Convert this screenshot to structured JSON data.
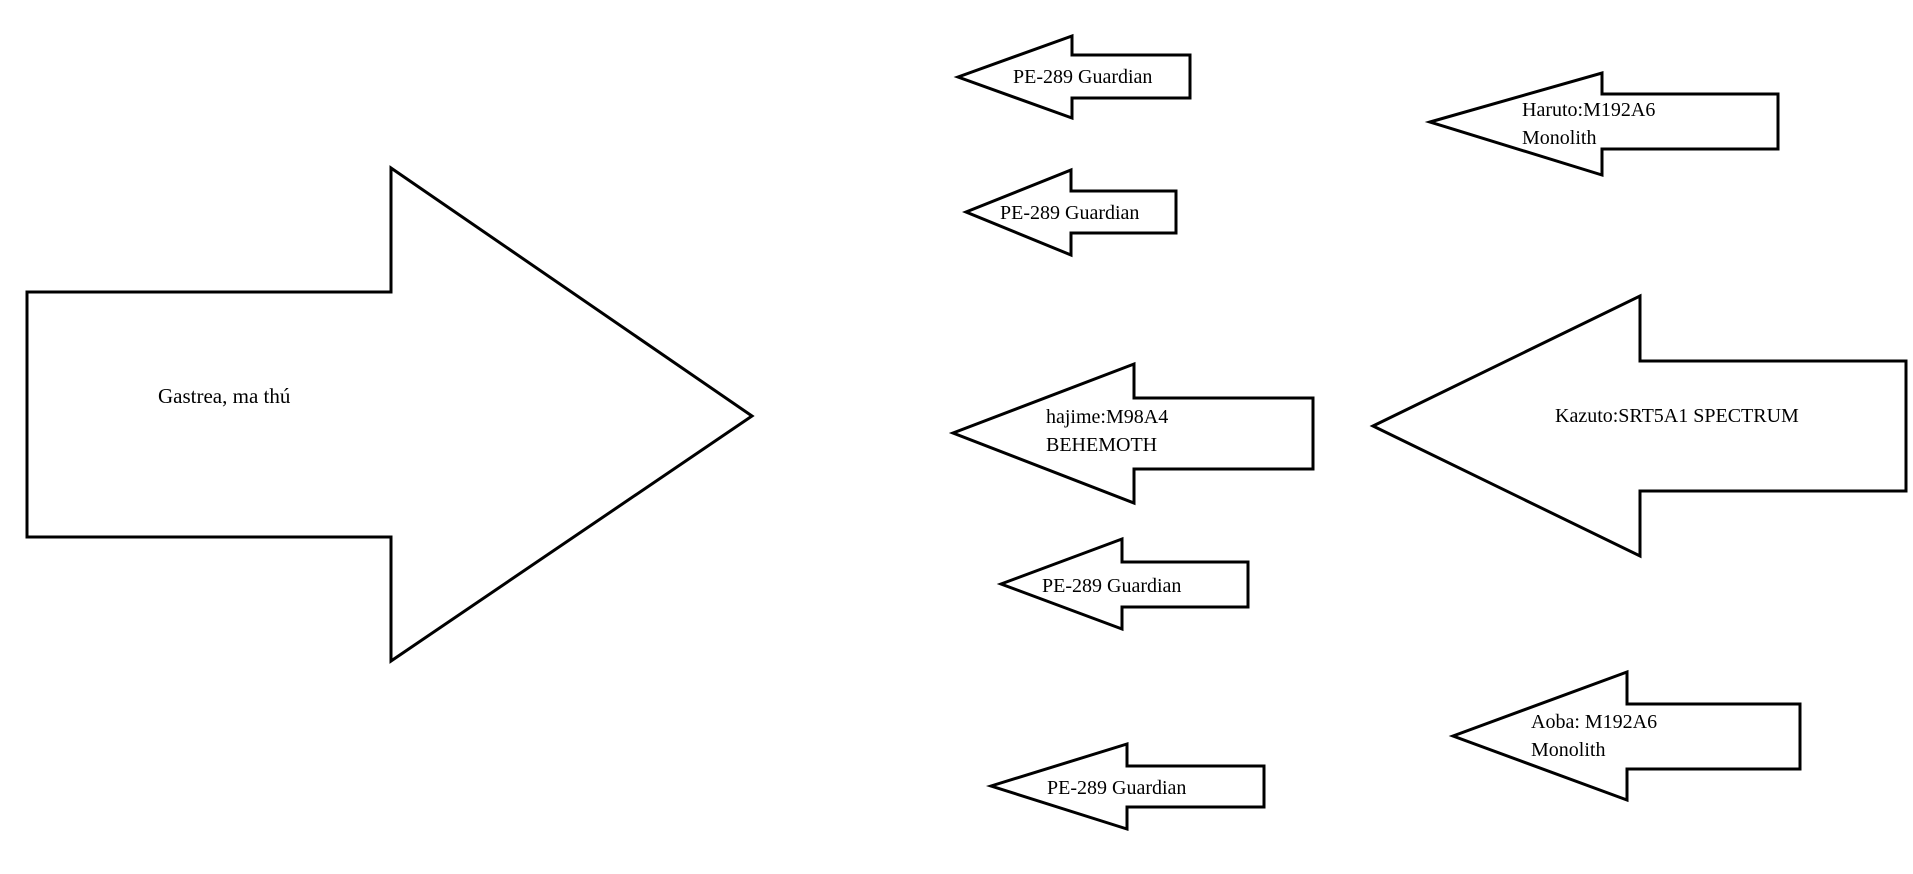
{
  "diagram": {
    "background": "#ffffff",
    "stroke_color": "#000000",
    "arrows": [
      {
        "id": "gastrea",
        "direction": "right",
        "lines": [
          "Gastrea, ma thú"
        ]
      },
      {
        "id": "guardian-1",
        "direction": "left",
        "lines": [
          "PE-289 Guardian"
        ]
      },
      {
        "id": "guardian-2",
        "direction": "left",
        "lines": [
          "PE-289 Guardian"
        ]
      },
      {
        "id": "haruto",
        "direction": "left",
        "lines": [
          "Haruto:M192A6",
          "Monolith"
        ]
      },
      {
        "id": "hajime",
        "direction": "left",
        "lines": [
          "hajime:M98A4",
          "BEHEMOTH"
        ]
      },
      {
        "id": "kazuto",
        "direction": "left",
        "lines": [
          "Kazuto:SRT5A1 SPECTRUM"
        ]
      },
      {
        "id": "guardian-3",
        "direction": "left",
        "lines": [
          "PE-289 Guardian"
        ]
      },
      {
        "id": "aoba",
        "direction": "left",
        "lines": [
          "Aoba: M192A6",
          "Monolith"
        ]
      },
      {
        "id": "guardian-4",
        "direction": "left",
        "lines": [
          "PE-289 Guardian"
        ]
      }
    ]
  }
}
